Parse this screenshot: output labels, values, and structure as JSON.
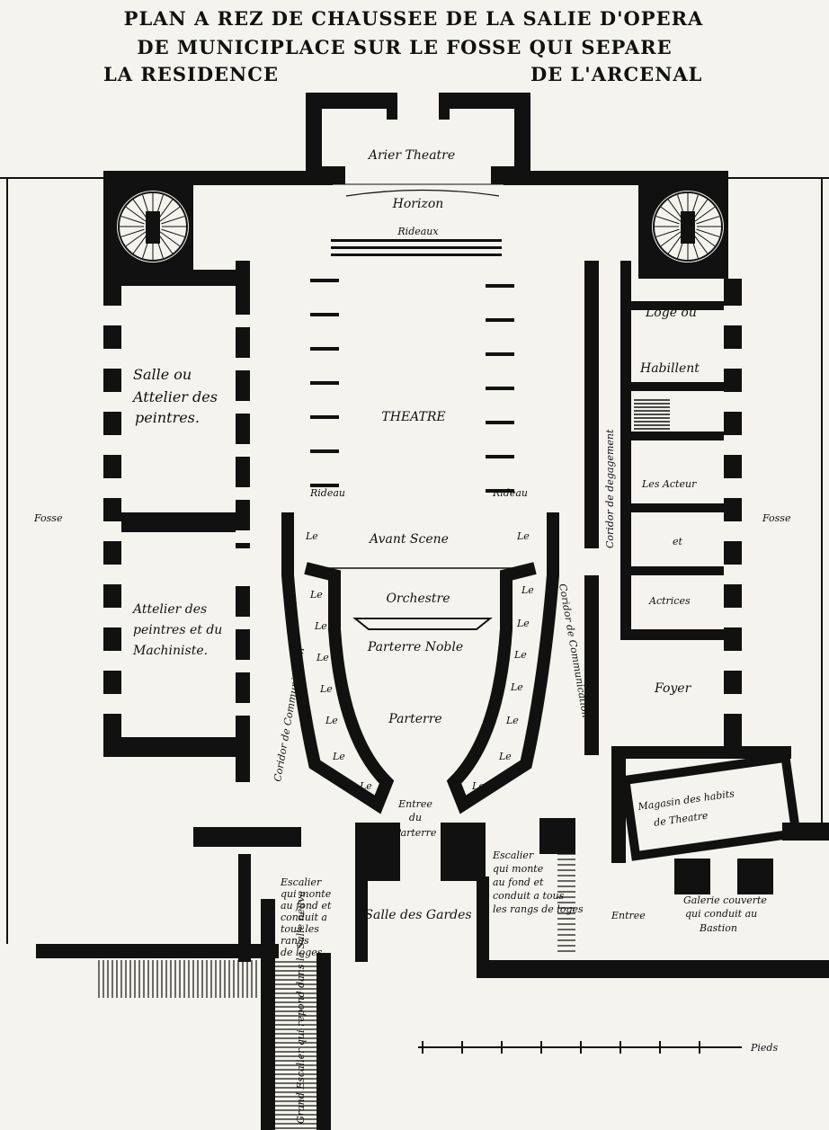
{
  "title_lines": [
    "PLAN A REZ DE CHAUSSEE DE LA SALIE D'OPERA",
    "DE MUNICIPLACE SUR LE FOSSE QUI SEPARE",
    "LA RESIDENCE",
    "DE L'ARCENAL"
  ],
  "labels": {
    "arrier_theatre": "Arier Theatre",
    "horizon": "Horizon",
    "rideaux": "Rideaux",
    "theatre": "THEATRE",
    "avant_scene": "Avant Scene",
    "orchestre": "Orchestre",
    "parterre_noble": "Parterre Noble",
    "parterre": "Parterre",
    "entree_parterre": [
      "Entree",
      "du",
      "Parterre"
    ],
    "salle_atelier": [
      "Salle ou",
      "Attelier des",
      "peintres."
    ],
    "atelier_machiniste": [
      "Attelier des",
      "peintres et du",
      "Machiniste."
    ],
    "loge_habillement": [
      "Loge ou",
      "Habillent"
    ],
    "acteurs": [
      "Les Acteur",
      "et",
      "Actrices"
    ],
    "foyer": "Foyer",
    "magasin": [
      "Magasin des habits",
      "de Theatre"
    ],
    "corridor_degagement": "Coridor de degagement",
    "corridor_comm_left": "Coridor de Communication",
    "corridor_comm_right": "Coridor de Communication",
    "fosse_left": "Fosse",
    "fosse_right": "Fosse",
    "rideau_left": "Rideau",
    "rideau_right": "Rideau",
    "loge_short": "Le",
    "escalier_left": [
      "Escalier",
      "qui monte",
      "au fond et",
      "conduit a",
      "tous les",
      "rangs",
      "de loges"
    ],
    "salle_gardes": "Salle des Gardes",
    "escalier_right": [
      "Escalier",
      "qui monte",
      "au fond et",
      "conduit a tous",
      "les rangs de loges"
    ],
    "entree": "Entree",
    "galerie": [
      "Galerie couverte",
      "qui conduit au",
      "Bastion"
    ],
    "grand_escalier": "Grand Escalier qui repond dans la Salle neuve",
    "pieds": "Pieds"
  }
}
